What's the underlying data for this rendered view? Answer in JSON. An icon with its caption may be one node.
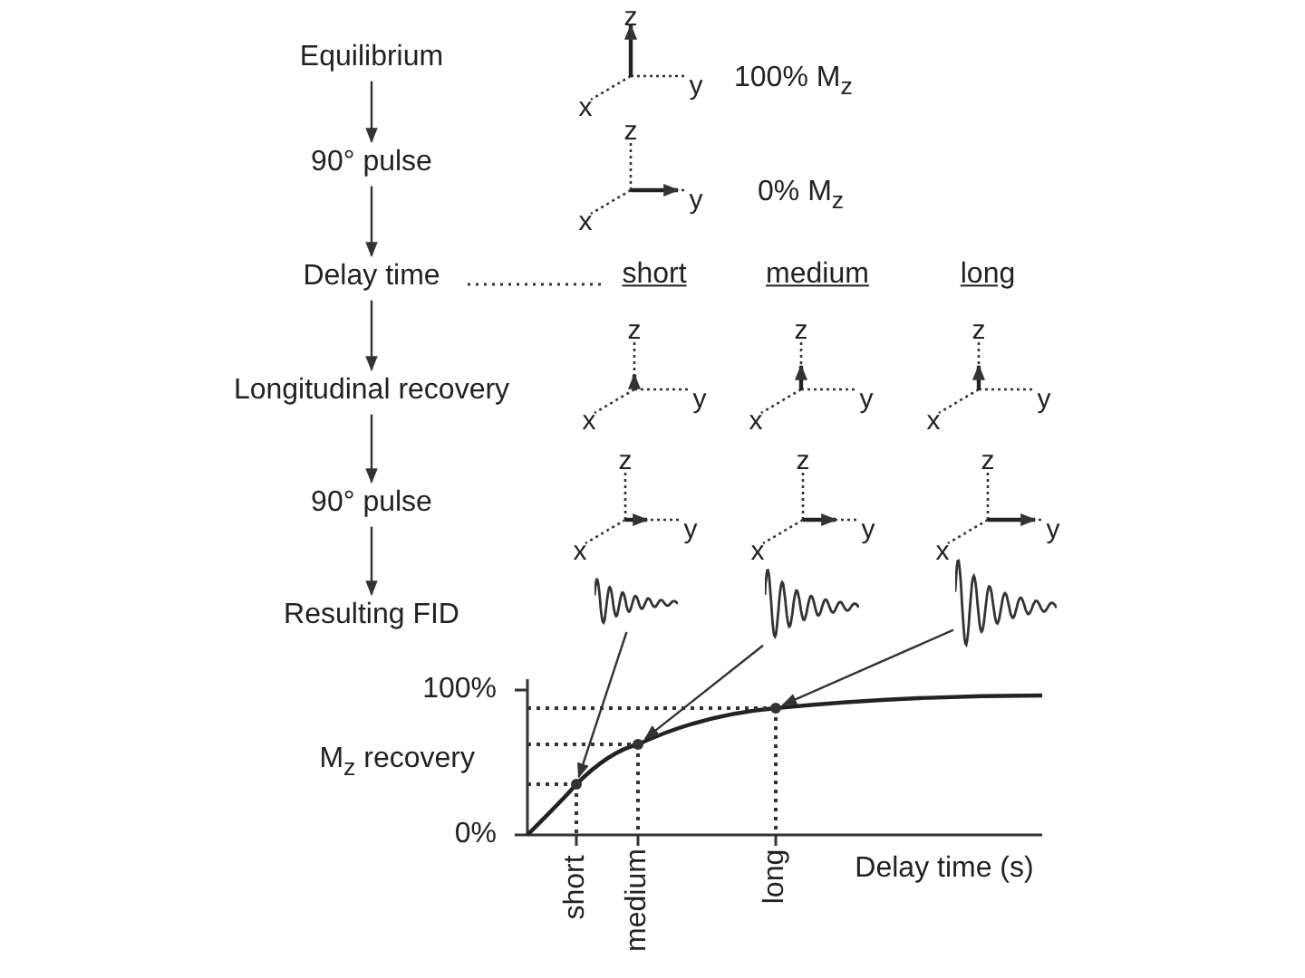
{
  "diagram": {
    "nodes": [
      {
        "text": [
          "Equilibrium"
        ]
      },
      {
        "text": [
          "90° pulse"
        ]
      },
      {
        "text": [
          "Delay time"
        ]
      },
      {
        "text": [
          "Longitudinal recovery"
        ]
      },
      {
        "text": [
          "90° pulse"
        ]
      },
      {
        "text": [
          "Resulting FID"
        ]
      },
      {
        "text": [],
        "shape": "picture"
      },
      {
        "text": [],
        "shape": "picture"
      },
      {
        "text": [],
        "shape": "picture"
      },
      {
        "text": [],
        "shape": "circle"
      },
      {
        "text": [],
        "shape": "circle"
      },
      {
        "text": [],
        "shape": "circle"
      }
    ],
    "edges": [
      {
        "from": 0,
        "to": 1,
        "arrow": "to"
      },
      {
        "from": 1,
        "to": 2,
        "arrow": "to"
      },
      {
        "from": 2,
        "to": 3,
        "arrow": "to"
      },
      {
        "from": 3,
        "to": 4,
        "arrow": "to"
      },
      {
        "from": 4,
        "to": 5,
        "arrow": "to"
      },
      {
        "from": 6,
        "to": 9,
        "arrow": "to"
      },
      {
        "from": 7,
        "to": 10,
        "arrow": "to"
      },
      {
        "from": 8,
        "to": 11,
        "arrow": "to"
      }
    ],
    "labels": [
      "z",
      "y",
      "x",
      "100% M$_{z}$",
      "z",
      "y",
      "x",
      "0% M$_{z}$",
      "short",
      "medium",
      "long",
      "z",
      "y",
      "x",
      "z",
      "y",
      "x",
      "z",
      "y",
      "x",
      "z",
      "y",
      "x",
      "z",
      "y",
      "x",
      "z",
      "y",
      "x",
      "100%",
      "M$_{z}$ recovery",
      "0%",
      "short",
      "medium",
      "long",
      "Delay time (s)"
    ]
  }
}
